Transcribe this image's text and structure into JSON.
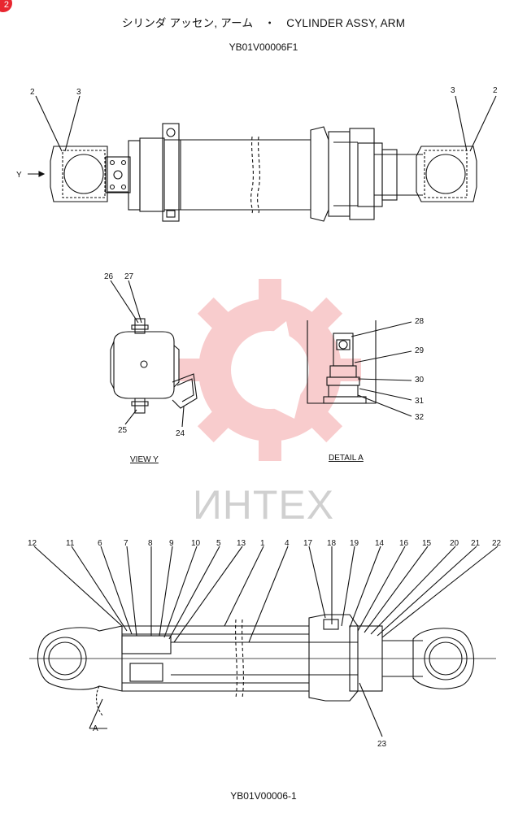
{
  "header": {
    "title": "シリンダ アッセン, アーム　・　CYLINDER ASSY, ARM",
    "drawing_code": "YB01V00006F1",
    "page_badge": "2"
  },
  "footer": {
    "figure_code": "YB01V00006-1"
  },
  "watermark": {
    "text": "ИНТЕХ",
    "color": "#f4a3a6"
  },
  "views": {
    "view_y": "VIEW  Y",
    "detail_a": "DETAIL  A",
    "arrow_y": "Y",
    "section_a": "A"
  },
  "callouts": {
    "top_left_2": "2",
    "top_left_3": "3",
    "top_right_3": "3",
    "top_right_2": "2",
    "v26": "26",
    "v27": "27",
    "v25": "25",
    "v24": "24",
    "d28": "28",
    "d29": "29",
    "d30": "30",
    "d31": "31",
    "d32": "32",
    "b12": "12",
    "b11": "11",
    "b6": "6",
    "b7": "7",
    "b8": "8",
    "b9": "9",
    "b10": "10",
    "b5": "5",
    "b13": "13",
    "b1": "1",
    "b4": "4",
    "b17": "17",
    "b18": "18",
    "b19": "19",
    "b14": "14",
    "b16": "16",
    "b15": "15",
    "b20": "20",
    "b21": "21",
    "b22": "22",
    "b23": "23"
  }
}
